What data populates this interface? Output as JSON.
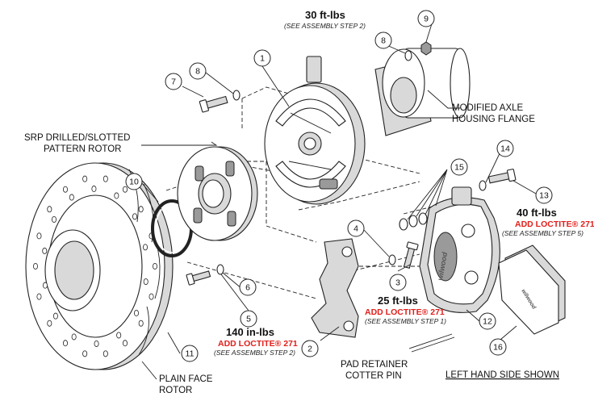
{
  "parts": [
    {
      "n": "1"
    },
    {
      "n": "2"
    },
    {
      "n": "3"
    },
    {
      "n": "4"
    },
    {
      "n": "5"
    },
    {
      "n": "6"
    },
    {
      "n": "7"
    },
    {
      "n": "8"
    },
    {
      "n": "8"
    },
    {
      "n": "9"
    },
    {
      "n": "10"
    },
    {
      "n": "11"
    },
    {
      "n": "12"
    },
    {
      "n": "13"
    },
    {
      "n": "14"
    },
    {
      "n": "15"
    },
    {
      "n": "16"
    }
  ],
  "labels": {
    "rotor_srp_1": "SRP DRILLED/SLOTTED",
    "rotor_srp_2": "PATTERN ROTOR",
    "axle_flange_1": "MODIFIED AXLE",
    "axle_flange_2": "HOUSING FLANGE",
    "rotor_plain_1": "PLAIN FACE",
    "rotor_plain_2": "ROTOR",
    "cotter_1": "PAD RETAINER",
    "cotter_2": "COTTER PIN",
    "hand_side": "LEFT HAND SIDE SHOWN"
  },
  "torques": {
    "t30": {
      "value": "30 ft-lbs",
      "note": "(SEE ASSEMBLY STEP 2)"
    },
    "t40": {
      "value": "40 ft-lbs",
      "loctite": "ADD LOCTITE® 271",
      "note": "(SEE ASSEMBLY STEP 5)"
    },
    "t25": {
      "value": "25 ft-lbs",
      "loctite": "ADD LOCTITE® 271",
      "note": "(SEE ASSEMBLY STEP 1)"
    },
    "t140": {
      "value": "140 in-lbs",
      "loctite": "ADD LOCTITE® 271",
      "note": "(SEE ASSEMBLY STEP 2)"
    }
  },
  "caliper_brand": "wilwood",
  "colors": {
    "loctite": "#e0201c",
    "line": "#222222",
    "shade": "#d9d9d9"
  }
}
